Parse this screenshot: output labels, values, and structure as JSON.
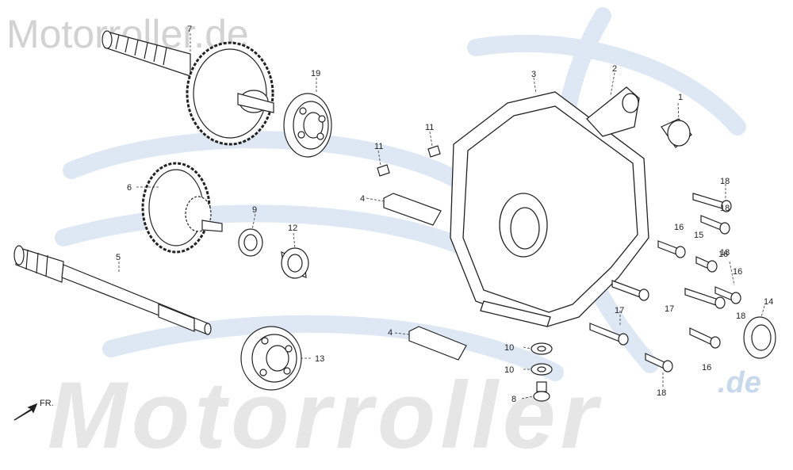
{
  "watermark": {
    "top_text": "Motorroller.de",
    "bottom_text": "Motorroller",
    "bottom_suffix": ".de",
    "brand_color": "#c9d9ec"
  },
  "callouts": [
    "1",
    "2",
    "3",
    "4",
    "4",
    "5",
    "6",
    "7",
    "8",
    "9",
    "10",
    "10",
    "11",
    "11",
    "12",
    "13",
    "14",
    "15",
    "16",
    "16",
    "16",
    "16",
    "17",
    "17",
    "18",
    "18",
    "18",
    "18",
    "18",
    "19"
  ],
  "direction_mark": "FR."
}
